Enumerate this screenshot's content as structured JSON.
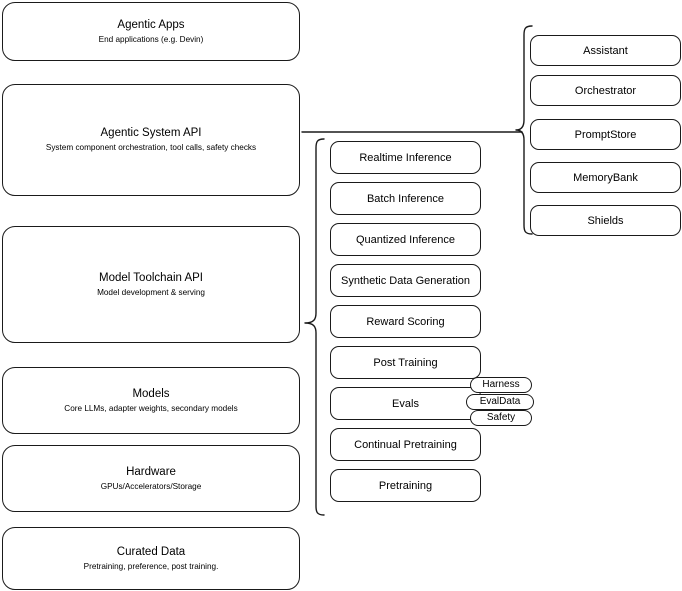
{
  "diagram": {
    "title": "Agentic AI stack layered architecture",
    "stroke_color": "#1a1a1a",
    "background_color": "#ffffff"
  },
  "layers": [
    {
      "id": "agentic-apps",
      "title": "Agentic Apps",
      "subtitle": "End applications (e.g. Devin)"
    },
    {
      "id": "agentic-system-api",
      "title": "Agentic System API",
      "subtitle": "System component orchestration, tool calls, safety checks"
    },
    {
      "id": "model-toolchain-api",
      "title": "Model Toolchain API",
      "subtitle": "Model development & serving"
    },
    {
      "id": "models",
      "title": "Models",
      "subtitle": "Core LLMs, adapter weights, secondary models"
    },
    {
      "id": "hardware",
      "title": "Hardware",
      "subtitle": "GPUs/Accelerators/Storage"
    },
    {
      "id": "curated-data",
      "title": "Curated Data",
      "subtitle": "Pretraining, preference, post training."
    }
  ],
  "toolchain_capabilities": [
    {
      "id": "realtime-inference",
      "label": "Realtime Inference"
    },
    {
      "id": "batch-inference",
      "label": "Batch Inference"
    },
    {
      "id": "quantized-inference",
      "label": "Quantized Inference"
    },
    {
      "id": "synthetic-data-generation",
      "label": "Synthetic Data Generation"
    },
    {
      "id": "reward-scoring",
      "label": "Reward Scoring"
    },
    {
      "id": "post-training",
      "label": "Post Training"
    },
    {
      "id": "evals",
      "label": "Evals"
    },
    {
      "id": "continual-pretraining",
      "label": "Continual Pretraining"
    },
    {
      "id": "pretraining",
      "label": "Pretraining"
    }
  ],
  "evals_badges": [
    {
      "id": "harness",
      "label": "Harness"
    },
    {
      "id": "evaldata",
      "label": "EvalData"
    },
    {
      "id": "safety",
      "label": "Safety"
    }
  ],
  "system_components": [
    {
      "id": "assistant",
      "label": "Assistant"
    },
    {
      "id": "orchestrator",
      "label": "Orchestrator"
    },
    {
      "id": "promptstore",
      "label": "PromptStore"
    },
    {
      "id": "memorybank",
      "label": "MemoryBank"
    },
    {
      "id": "shields",
      "label": "Shields"
    }
  ]
}
